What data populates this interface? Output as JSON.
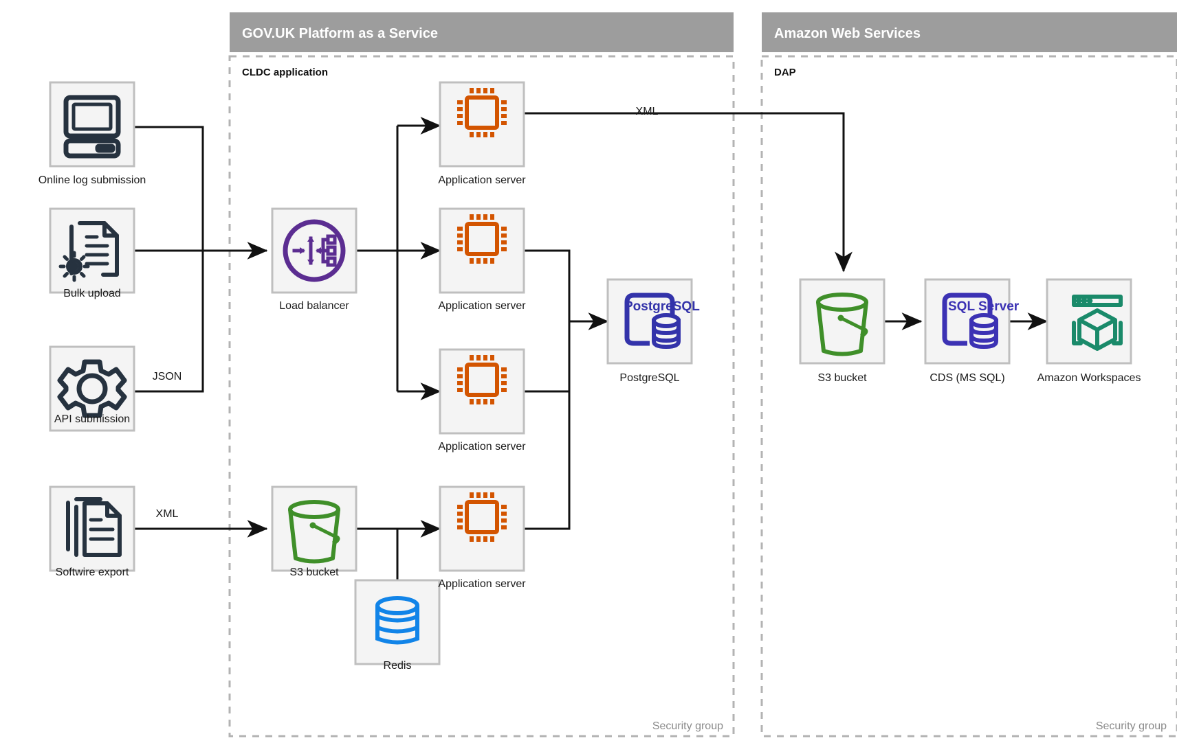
{
  "zones": [
    {
      "id": "paas",
      "title": "GOV.UK Platform as a Service",
      "group_title": "CLDC application",
      "security_label": "Security group"
    },
    {
      "id": "aws",
      "title": "Amazon Web Services",
      "group_title": "DAP",
      "security_label": "Security group"
    }
  ],
  "nodes": {
    "online_log": {
      "label": "Online log submission",
      "icon": "desktop-computer-icon"
    },
    "bulk_upload": {
      "label": "Bulk upload",
      "icon": "document-gear-icon"
    },
    "api_submission": {
      "label": "API submission",
      "icon": "gear-icon"
    },
    "softwire_export": {
      "label": "Softwire export",
      "icon": "documents-stack-icon"
    },
    "load_balancer": {
      "label": "Load balancer",
      "icon": "load-balancer-icon"
    },
    "s3_paas": {
      "label": "S3 bucket",
      "icon": "s3-bucket-icon"
    },
    "app_server_1": {
      "label": "Application server",
      "icon": "cpu-chip-icon"
    },
    "app_server_2": {
      "label": "Application server",
      "icon": "cpu-chip-icon"
    },
    "app_server_3": {
      "label": "Application server",
      "icon": "cpu-chip-icon"
    },
    "app_server_4": {
      "label": "Application server",
      "icon": "cpu-chip-icon"
    },
    "redis": {
      "label": "Redis",
      "icon": "database-cylinder-icon"
    },
    "postgresql": {
      "label": "PostgreSQL",
      "icon": "postgresql-icon",
      "badge": "PostgreSQL"
    },
    "s3_aws": {
      "label": "S3 bucket",
      "icon": "s3-bucket-icon"
    },
    "cds": {
      "label": "CDS (MS SQL)",
      "icon": "sql-server-icon",
      "badge": "SQL Server"
    },
    "workspaces": {
      "label": "Amazon Workspaces",
      "icon": "amazon-workspaces-icon"
    }
  },
  "edge_labels": {
    "json": "JSON",
    "xml_softwire": "XML",
    "xml_to_aws": "XML"
  },
  "colors": {
    "zone_bar": "#9d9d9d",
    "icon_box_fill": "#f4f4f4",
    "icon_box_stroke": "#bfbfbf",
    "dark_navy": "#26323f",
    "orange": "#d35400",
    "purple": "#5b2d91",
    "green": "#3f8f29",
    "blue": "#1184e8",
    "postgres_blue": "#3333aa",
    "mssql_blue": "#3c32b4",
    "teal": "#1a8a6a",
    "flow_line": "#111111",
    "security_text": "#8a8a8a"
  }
}
